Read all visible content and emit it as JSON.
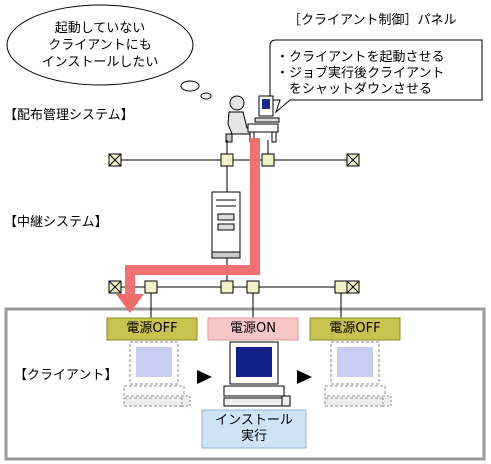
{
  "thought_bubble": {
    "lines": [
      "起動していない",
      "クライアントにも",
      "インストールしたい"
    ]
  },
  "panel": {
    "title": "［クライアント制御］パネル",
    "items": [
      "・クライアントを起動させる",
      "・ジョブ実行後クライアント",
      "　をシャットダウンさせる"
    ]
  },
  "labels": {
    "distribution_system": "【配布管理システム】",
    "relay_system": "【中継システム】",
    "client": "【クライアント】"
  },
  "power_states": {
    "left": "電源OFF",
    "center": "電源ON",
    "right": "電源OFF"
  },
  "install_box": {
    "lines": [
      "インストール",
      "実行"
    ]
  },
  "colors": {
    "route_arrow": "#f06a6a",
    "power_off_fill": "#c8c24e",
    "power_on_fill": "#f7c7c7",
    "install_fill": "#cfe3f7",
    "node_fill": "#f2f2c8",
    "client_frame": "#9a9a9a"
  }
}
